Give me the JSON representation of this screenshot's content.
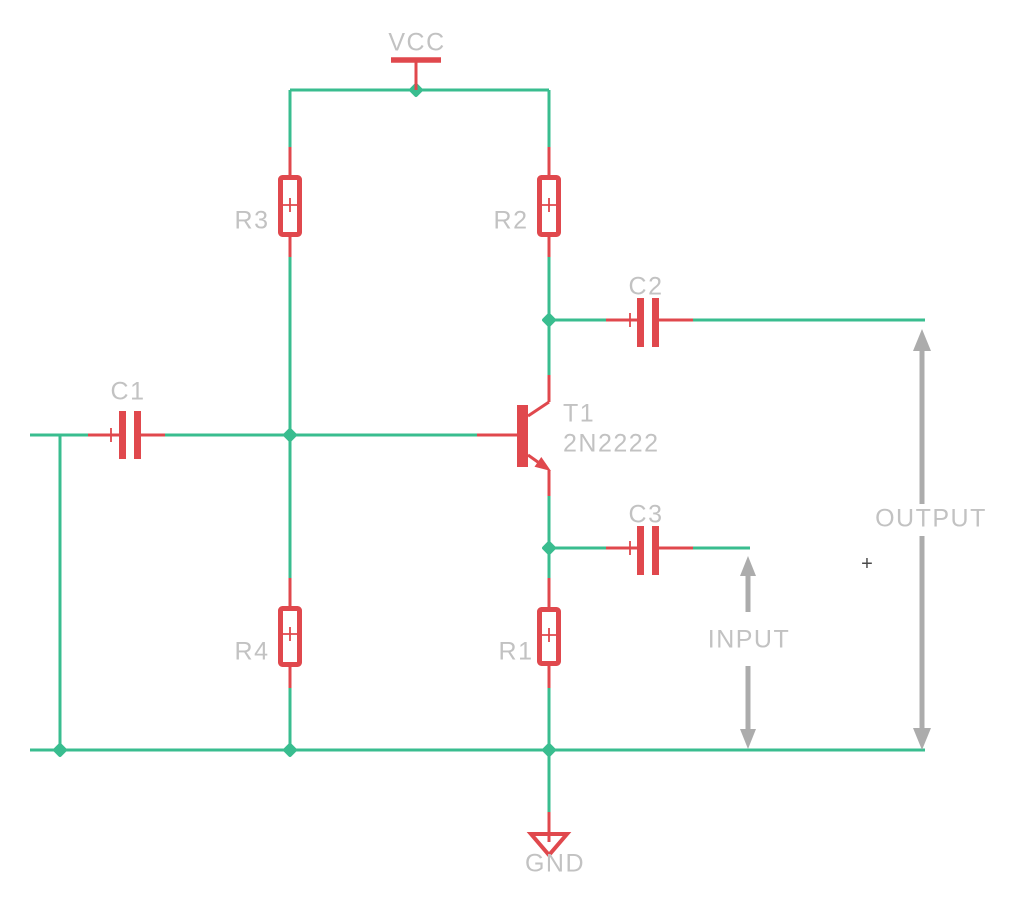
{
  "schematic": {
    "power": {
      "vcc": "VCC",
      "gnd": "GND"
    },
    "components": [
      {
        "ref": "R3",
        "type": "resistor"
      },
      {
        "ref": "R2",
        "type": "resistor"
      },
      {
        "ref": "R4",
        "type": "resistor"
      },
      {
        "ref": "R1",
        "type": "resistor"
      },
      {
        "ref": "C1",
        "type": "capacitor"
      },
      {
        "ref": "C2",
        "type": "capacitor"
      },
      {
        "ref": "C3",
        "type": "capacitor"
      },
      {
        "ref": "T1",
        "type": "transistor",
        "part": "2N2222"
      }
    ],
    "annotations": {
      "input": "INPUT",
      "output": "OUTPUT",
      "polarity_plus": "+"
    },
    "colors": {
      "wire": "#39BD8F",
      "part": "#E0484D",
      "label": "#C2C2C2",
      "annotation": "#ACACAC",
      "polarity": "#4A4A4A",
      "background": "#FFFFFF"
    }
  }
}
